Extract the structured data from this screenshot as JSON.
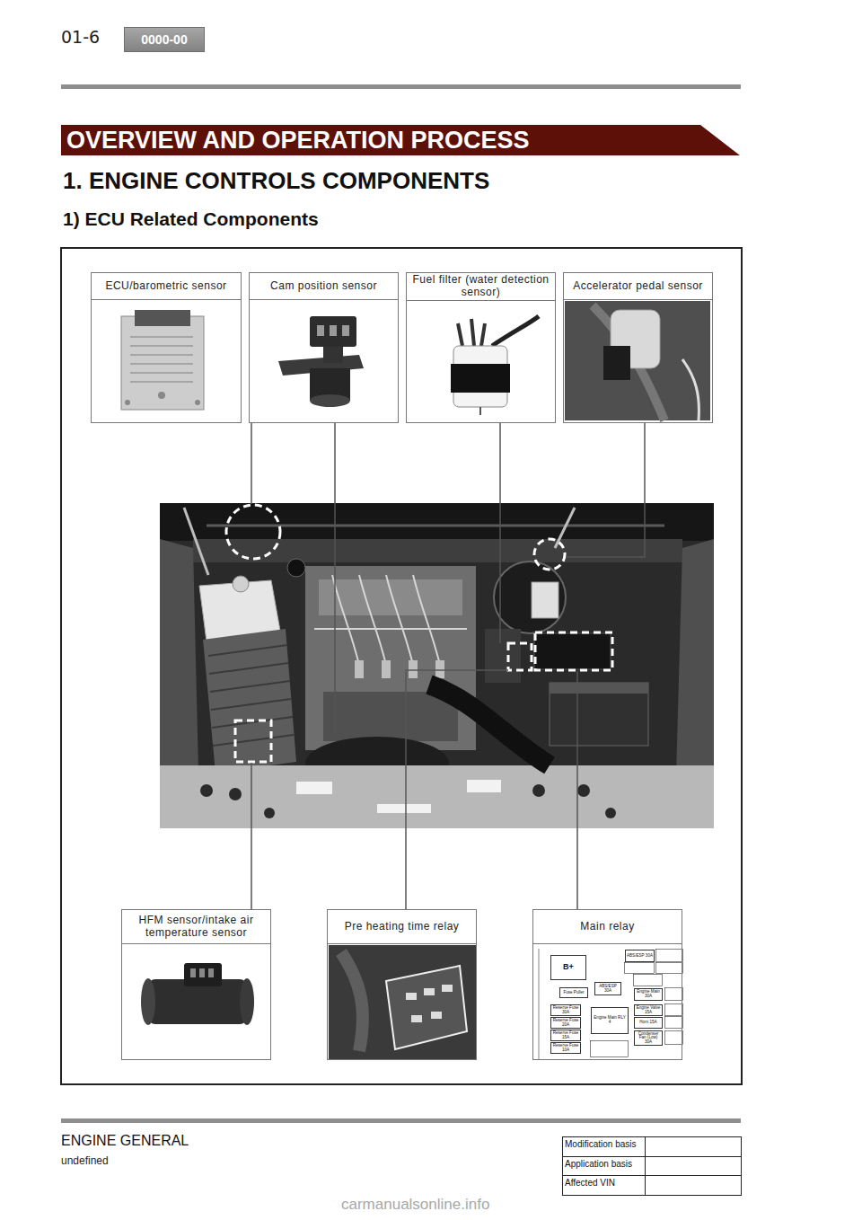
{
  "diagram": {
    "title": "1. ENGINE CONTROLS COMPONENTS",
    "nodes": [
      {
        "text": [
          "0000-00"
        ]
      },
      {
        "text": [
          "OVERVIEW AND OPERATION PROCESS"
        ]
      },
      {
        "text": [
          "ECU/barometric sensor"
        ]
      },
      {
        "text": [
          "Cam position sensor"
        ]
      },
      {
        "text": [
          "Fuel filter (water detection sensor)"
        ]
      },
      {
        "text": [
          "Accelerator pedal sensor"
        ]
      },
      {
        "text": [
          "HFM sensor/intake air temperature sensor"
        ]
      },
      {
        "text": [
          "Pre heating time relay"
        ]
      },
      {
        "text": [
          "Main relay"
        ]
      },
      {
        "text": [
          "B+"
        ],
        "in": 8
      },
      {
        "text": [
          "ABS/ESP 30A"
        ],
        "in": 8
      },
      {
        "text": [
          "Fuse Puller"
        ],
        "in": 8
      },
      {
        "text": [
          "ABS/ESP 30A"
        ],
        "in": 8
      },
      {
        "text": [
          "Engine Main 30A"
        ],
        "in": 8
      },
      {
        "text": [
          "Reserve Fuse 30A"
        ],
        "in": 8
      },
      {
        "text": [
          "Engine Main RLY 4"
        ],
        "in": 8
      },
      {
        "text": [
          "Engine Valve 15A"
        ],
        "in": 8
      },
      {
        "text": [
          "Reserve Fuse 20A"
        ],
        "in": 8
      },
      {
        "text": [
          "Horn 15A"
        ],
        "in": 8
      },
      {
        "text": [
          "Reserve Fuse 15A"
        ],
        "in": 8
      },
      {
        "text": [
          "Condenser Fan (Low) 30A"
        ],
        "in": 8
      },
      {
        "text": [
          "Reserve Fuse 10A"
        ],
        "in": 8
      }
    ],
    "labels": [
      "01-6",
      "1) ECU Related Components",
      "ENGINE GENERAL",
      "undefined",
      "Modification basis",
      "Application basis",
      "Affected VIN",
      "carmanualsonline.info"
    ]
  }
}
